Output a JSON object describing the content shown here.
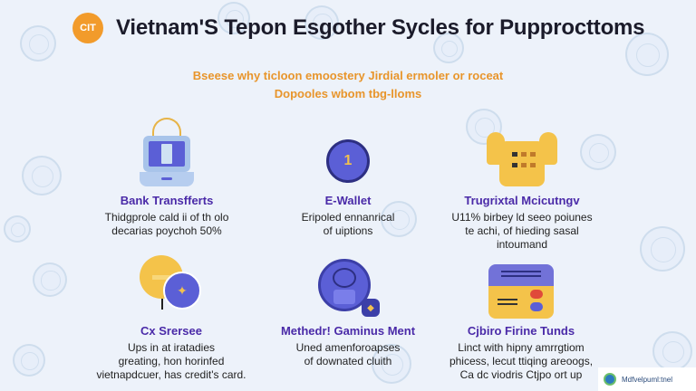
{
  "header": {
    "logo_text": "CIT",
    "title": "Vietnam'S Tepon Esgother Sycles for Pupprocttoms"
  },
  "subtitle": {
    "line1": "Bseese why ticloon emoostery Jirdial ermoler or roceat",
    "line2": "Dopooles wbom tbg-lloms"
  },
  "cards": [
    {
      "icon": "laptop-bank-icon",
      "name": "Bank Transfferts",
      "desc_line1": "Thidgprole cald ii of th olo",
      "desc_line2": "decarias poychoh 50%"
    },
    {
      "icon": "coin-wallet-icon",
      "icon_text": "1",
      "name": "E-Wallet",
      "desc_line1": "Eripoled ennanrical",
      "desc_line2": "of uiptions"
    },
    {
      "icon": "briefcase-icon",
      "name": "Trugrixtal Mcicutngv",
      "desc_line1": "U11% birbey ld seeo poiunes",
      "desc_line2": "te achi, of hieding sasal",
      "desc_line3": "intoumand"
    },
    {
      "icon": "coins-icon",
      "icon_text": "✦",
      "name": "Cx Srersee",
      "desc_line1": "Ups in at iratadies",
      "desc_line2": "greating, hon horinfed",
      "desc_line3": "vietnapdcuer, has credit's card."
    },
    {
      "icon": "trophy-medal-icon",
      "icon_text": "◆",
      "name": "Methedr! Gaminus Ment",
      "desc_line1": "Uned amenforoapses",
      "desc_line2": "of downated cluith"
    },
    {
      "icon": "credit-card-icon",
      "name": "Cjbiro Firine Tunds",
      "desc_line1": "Linct with hipny amrrgtiom",
      "desc_line2": "phicess, lecut ttiqing areoogs,",
      "desc_line3": "Ca dc viodris Ctjpo ort up"
    }
  ],
  "watermark": {
    "text": "Mdfvelpuml:tnel"
  },
  "colors": {
    "background": "#edf2fa",
    "accent_orange": "#e8952b",
    "heading_purple": "#4a2aa8",
    "icon_blue": "#5b5fd6",
    "icon_yellow": "#f4c34a"
  }
}
